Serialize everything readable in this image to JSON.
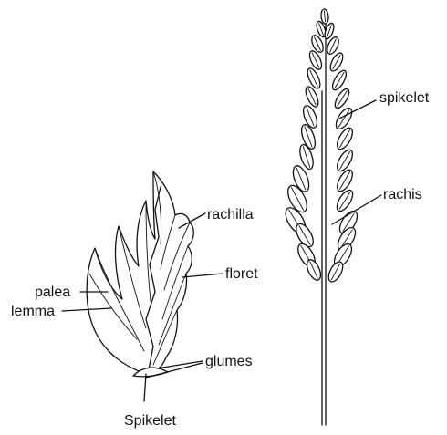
{
  "labels": {
    "rachilla": "rachilla",
    "floret": "floret",
    "palea": "palea",
    "lemma": "lemma",
    "glumes": "glumes",
    "spikelet_caption": "Spikelet",
    "spikelet": "spikelet",
    "rachis": "rachis"
  },
  "colors": {
    "ink": "#111111",
    "background": "#ffffff"
  }
}
